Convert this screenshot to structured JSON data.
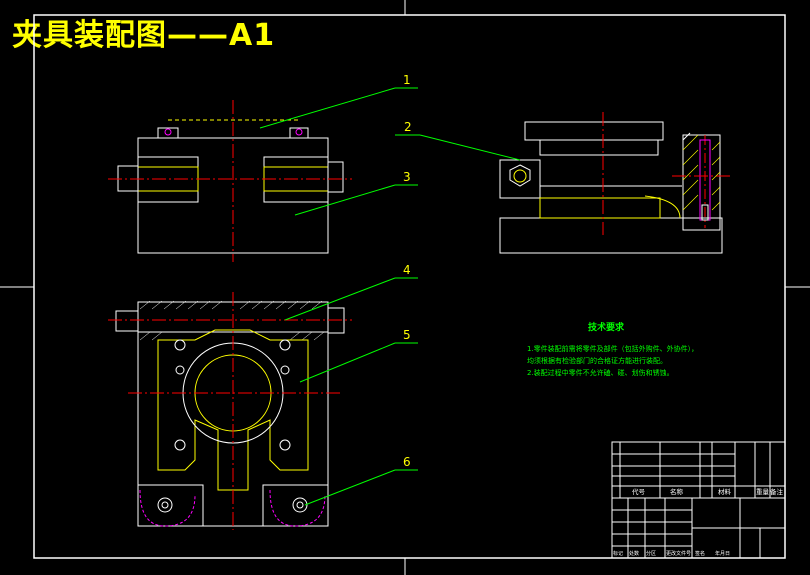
{
  "drawing": {
    "title": "夹具装配图——A1",
    "balloons": [
      "1",
      "2",
      "3",
      "4",
      "5",
      "6"
    ]
  },
  "tech_requirements": {
    "heading": "技术要求",
    "lines": [
      "1.零件装配前需将零件及部件（包括外购件、外协件），",
      "均须根据有检验部门的合格证方能进行装配。",
      "2.装配过程中零件不允许磕、碰、划伤和锈蚀。"
    ]
  },
  "title_block": {
    "header_labels": [
      "代号",
      "名称",
      "材料",
      "重量",
      "备注"
    ],
    "bottom_labels": [
      "标记",
      "处数",
      "分区",
      "更改文件号",
      "签名",
      "年月日"
    ]
  },
  "colors": {
    "background": "#000000",
    "outline": "#ffffff",
    "centerline": "#ff0000",
    "leader": "#00ff00",
    "yellow": "#ffff00",
    "magenta": "#ff00ff",
    "text_green": "#00ff00"
  }
}
